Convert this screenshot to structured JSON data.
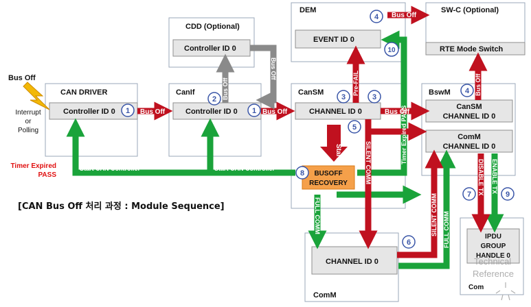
{
  "caption": "[CAN Bus Off 처리 과정 : Module Sequence]",
  "external": {
    "bus_off": "Bus Off",
    "interrupt": "Interrupt",
    "or": "or",
    "polling": "Polling",
    "timer_expired": "Timer Expired",
    "pass": "PASS"
  },
  "modules": {
    "can_driver": {
      "title": "CAN DRIVER",
      "box": "Controller ID  0"
    },
    "canif": {
      "title": "CanIf",
      "box": "Controller ID  0"
    },
    "cdd": {
      "title": "CDD (Optional)",
      "box": "Controller ID  0"
    },
    "cansm": {
      "title": "CanSM",
      "box": "CHANNEL ID  0"
    },
    "dem": {
      "title": "DEM",
      "box": "EVENT ID  0"
    },
    "swc": {
      "title": "SW-C (Optional)",
      "box": "RTE Mode Switch"
    },
    "bswm": {
      "title": "BswM",
      "box1_line1": "CanSM",
      "box1_line2": "CHANNEL ID 0",
      "box2_line1": "ComM",
      "box2_line2": "CHANNEL ID 0"
    },
    "busoff_recovery": {
      "line1": "BUSOFF",
      "line2": "RECOVERY"
    },
    "comm": {
      "title": "ComM",
      "box": "CHANNEL ID  0"
    },
    "ipdu": {
      "line1": "IPDU",
      "line2": "GROUP",
      "line3": "HANDLE  0",
      "title": "Com"
    }
  },
  "arrows": {
    "bus_off": "Bus Off",
    "start_can_controller": "Start CAN Controller",
    "pre_fail": "Pre-FAIL",
    "start": "Start",
    "silent_comm": "SILENT COMM",
    "full_comm": "FULL COMM",
    "timer_expired_pass": "Timer Expired PASS",
    "disable_tx": "DISABLE TX",
    "enable_tx": "ENABLE TX"
  },
  "steps": {
    "s1": "1",
    "s2": "2",
    "s3": "3",
    "s4": "4",
    "s5": "5",
    "s6": "6",
    "s7": "7",
    "s8": "8",
    "s9": "9",
    "s10": "10"
  },
  "watermark": {
    "line1": "Technical",
    "line2": "Reference"
  },
  "colors": {
    "red": "#c0111f",
    "green": "#1aa33a",
    "gray": "#8a8a8a",
    "orange": "#f5a04a",
    "step_ring": "#3a56a8"
  }
}
